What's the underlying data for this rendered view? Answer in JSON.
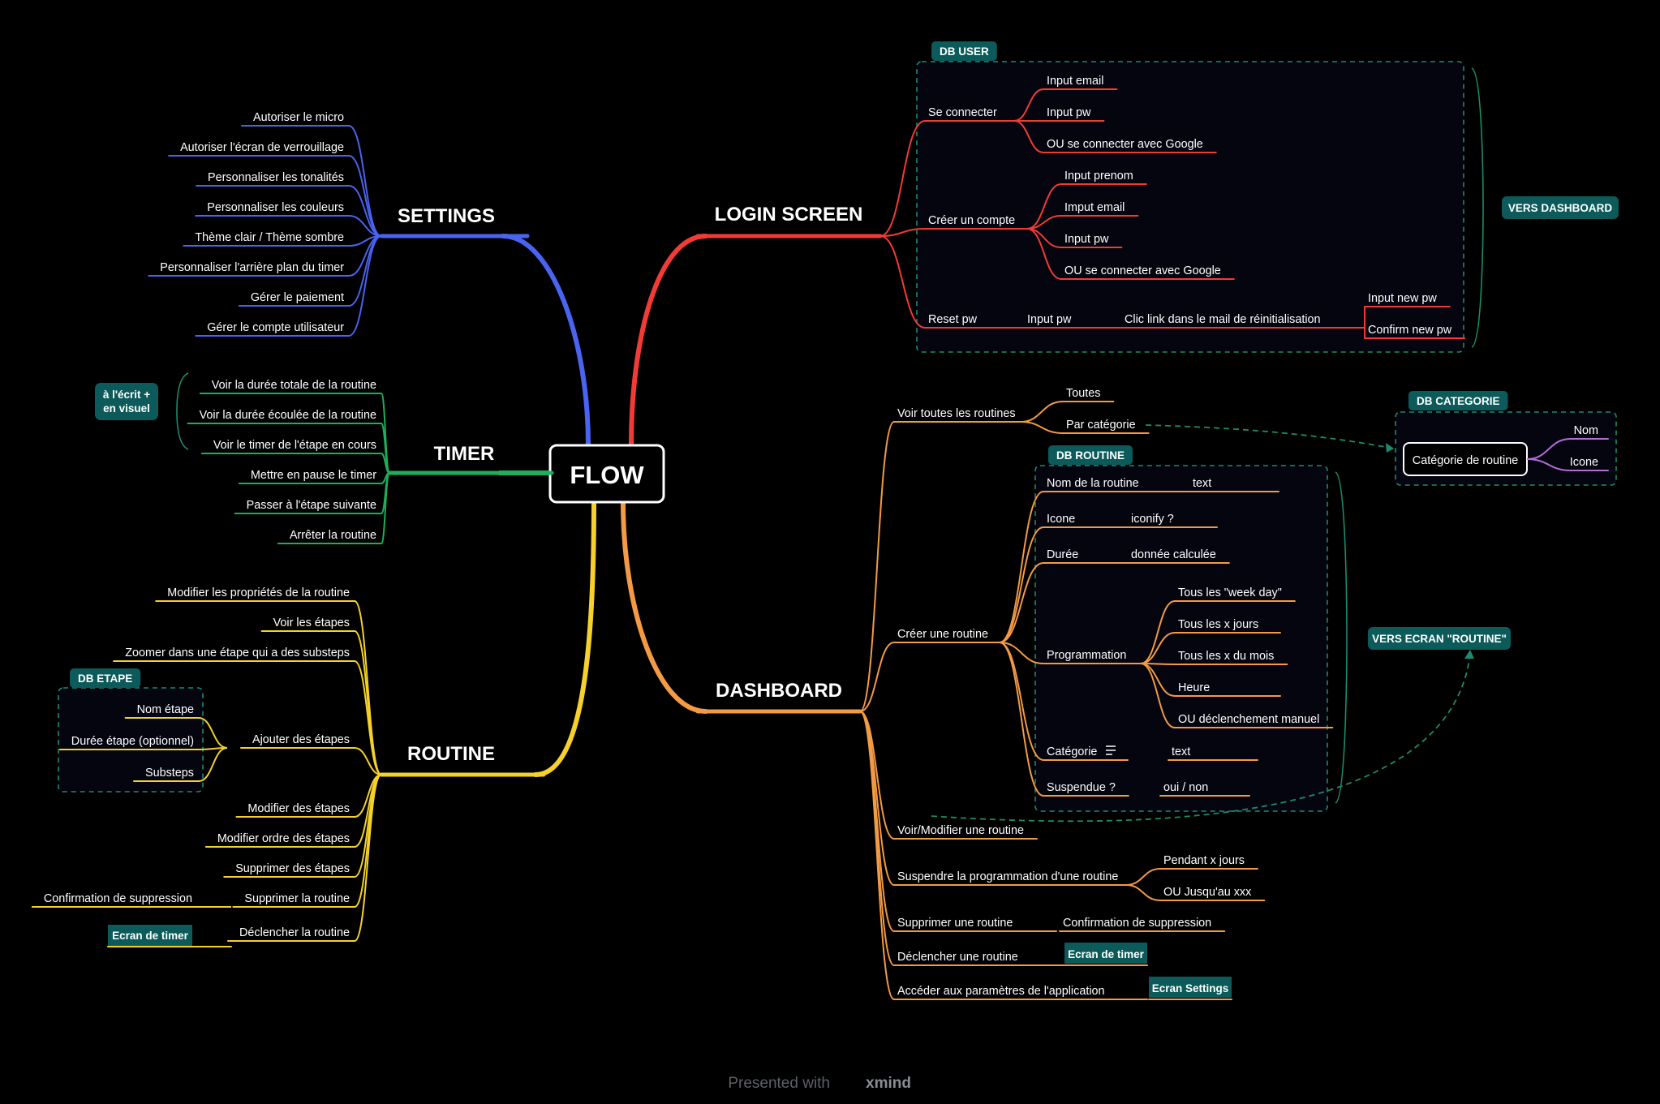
{
  "app": {
    "footer_prefix": "Presented with",
    "footer_brand": "xmind"
  },
  "colors": {
    "background": "#000000",
    "settings": "#4a63f0",
    "timer": "#1fae5b",
    "routine": "#f5d12a",
    "login": "#f23b36",
    "dashboard": "#f39a44",
    "category": "#b86bd8",
    "badge": "#0c5a5a",
    "dashed": "#1e8a6f"
  },
  "root": {
    "label": "FLOW"
  },
  "branches": {
    "settings": "SETTINGS",
    "timer": "TIMER",
    "routine": "ROUTINE",
    "login": "LOGIN SCREEN",
    "dashboard": "DASHBOARD"
  },
  "settings": {
    "items": [
      "Autoriser le micro",
      "Autoriser l'écran de verrouillage",
      "Personnaliser les tonalités",
      "Personnaliser les couleurs",
      "Thème clair / Thème sombre",
      "Personnaliser l'arrière plan du timer",
      "Gérer le paiement",
      "Gérer le compte utilisateur"
    ]
  },
  "timer": {
    "items": [
      "Voir la durée totale de la routine",
      "Voir la durée écoulée de la routine",
      "Voir le timer de l'étape en cours",
      "Mettre en pause le timer",
      "Passer à l'étape suivante",
      "Arrêter la routine"
    ],
    "note": [
      "à l'écrit +",
      "en visuel"
    ]
  },
  "routine": {
    "items": [
      "Modifier les propriétés de la routine",
      "Voir les étapes",
      "Zoomer dans une étape qui a des substeps",
      "Ajouter des étapes",
      "Modifier des étapes",
      "Modifier ordre des étapes",
      "Supprimer des étapes",
      "Supprimer la routine",
      "Déclencher la routine"
    ],
    "db_label": "DB ETAPE",
    "db_items": [
      "Nom étape",
      "Durée étape (optionnel)",
      "Substeps"
    ],
    "delete_confirm": "Confirmation de suppression",
    "timer_screen": "Ecran de timer"
  },
  "login": {
    "db_label": "DB USER",
    "connect": "Se connecter",
    "connect_items": [
      "Input email",
      "Input pw",
      "OU se connecter avec Google"
    ],
    "create": "Créer un compte",
    "create_items": [
      "Input prenom",
      "Imput email",
      "Input pw",
      "OU se connecter avec Google"
    ],
    "reset": "Reset pw",
    "reset_input": "Input pw",
    "reset_link": "Clic link dans le mail de réinitialisation",
    "reset_items": [
      "Input new pw",
      "Confirm new pw"
    ],
    "goto": "VERS DASHBOARD"
  },
  "dashboard": {
    "view_all": "Voir toutes les routines",
    "view_all_items": [
      "Toutes",
      "Par catégorie"
    ],
    "category_db": {
      "label": "DB CATEGORIE",
      "node": "Catégorie de routine",
      "fields": [
        "Nom",
        "Icone"
      ]
    },
    "create": "Créer une routine",
    "routine_db": "DB ROUTINE",
    "fields": [
      {
        "name": "Nom de la routine",
        "value": "text"
      },
      {
        "name": "Icone",
        "value": "iconify ?"
      },
      {
        "name": "Durée",
        "value": "donnée calculée"
      },
      {
        "name": "Catégorie",
        "value": "text"
      },
      {
        "name": "Suspendue ?",
        "value": "oui / non"
      }
    ],
    "programmation": "Programmation",
    "programmation_items": [
      "Tous les \"week day\"",
      "Tous les x jours",
      "Tous les x du mois",
      "Heure",
      "OU déclenchement manuel"
    ],
    "goto": "VERS ECRAN \"ROUTINE\"",
    "view_modify": "Voir/Modifier une routine",
    "suspend": "Suspendre la programmation d'une routine",
    "suspend_items": [
      "Pendant x jours",
      "OU Jusqu'au xxx"
    ],
    "delete": "Supprimer une routine",
    "delete_confirm": "Confirmation de suppression",
    "trigger": "Déclencher une routine",
    "trigger_screen": "Ecran de timer",
    "settings": "Accéder aux paramètres de l'application",
    "settings_screen": "Ecran Settings"
  }
}
